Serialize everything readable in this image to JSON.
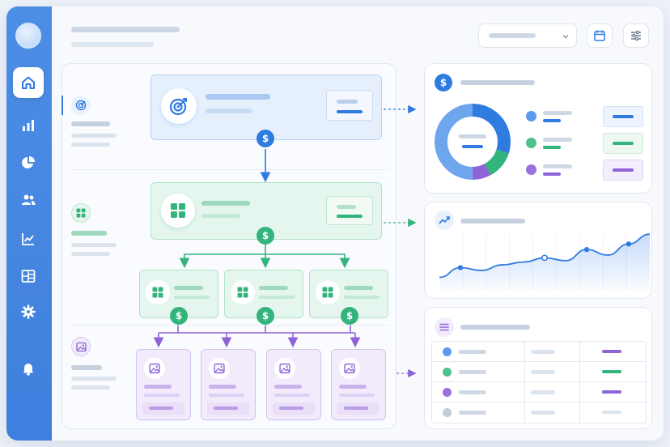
{
  "icons": {
    "avatar": "avatar",
    "nav": [
      "home-icon",
      "bar-chart-icon",
      "pie-chart-icon",
      "users-icon",
      "line-chart-icon",
      "dashboard-grid-icon",
      "gear-icon",
      "bell-icon"
    ],
    "header": [
      "dropdown-chevron-icon",
      "calendar-icon",
      "sliders-icon"
    ],
    "flow": [
      "target-icon",
      "dollar-icon",
      "grid-icon",
      "image-icon",
      "trend-icon",
      "list-icon"
    ]
  },
  "colors": {
    "sidebar": "#4388e2",
    "blue": "#2f7be0",
    "green": "#34b47d",
    "purple": "#8f63d8",
    "gray": "#c4ccd8"
  },
  "coin_glyph": "$",
  "chart_data": [
    {
      "type": "pie",
      "title": "",
      "values": [
        30,
        12,
        8,
        50
      ],
      "colors": [
        "#2f7be0",
        "#34b47d",
        "#8f63d8",
        "#6ea6ee"
      ]
    },
    {
      "type": "area",
      "title": "",
      "x": [
        0,
        1,
        2,
        3,
        4,
        5,
        6,
        7,
        8,
        9,
        10
      ],
      "values": [
        18,
        32,
        28,
        36,
        40,
        46,
        42,
        58,
        50,
        66,
        80
      ],
      "markers": [
        1,
        5,
        7,
        9
      ],
      "ylim": [
        0,
        100
      ],
      "grid": true
    }
  ]
}
